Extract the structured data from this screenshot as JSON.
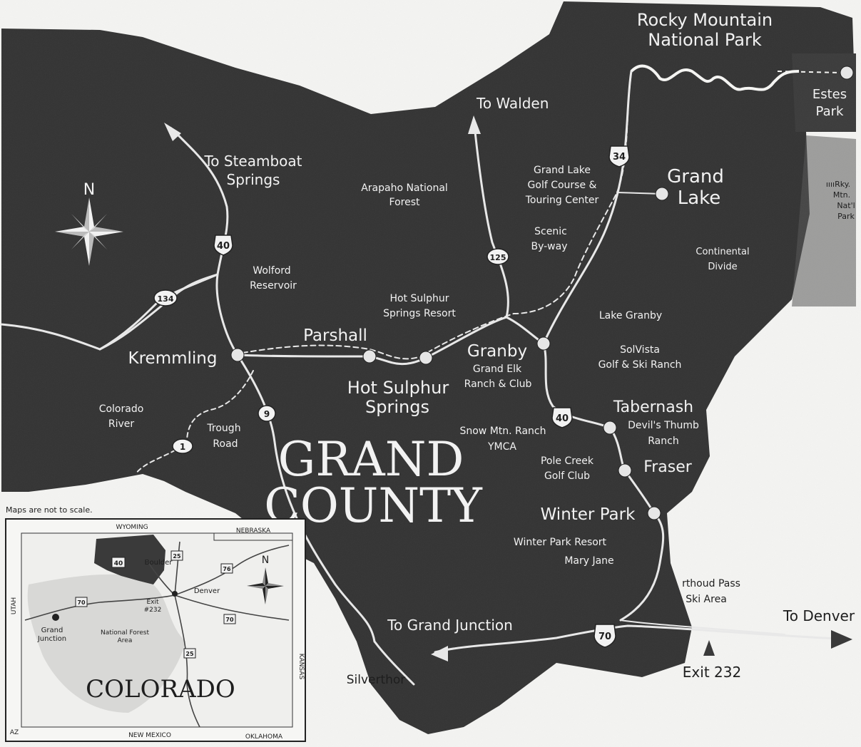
{
  "labels": {
    "rmnp_line1": "Rocky Mountain",
    "rmnp_line2": "National Park",
    "estes_line1": "Estes",
    "estes_line2": "Park",
    "rky_line1": "ııııRky.",
    "rky_line2": "Mtn.",
    "rky_line3": "Nat'l",
    "rky_line4": "Park",
    "to_walden": "To Walden",
    "to_steamboat_line1": "To Steamboat",
    "to_steamboat_line2": "Springs",
    "arapaho_line1": "Arapaho National",
    "arapaho_line2": "Forest",
    "grand_lake_golf_line1": "Grand Lake",
    "grand_lake_golf_line2": "Golf Course &",
    "grand_lake_golf_line3": "Touring Center",
    "grand_lake_line1": "Grand",
    "grand_lake_line2": "Lake",
    "scenic_line1": "Scenic",
    "scenic_line2": "By-way",
    "continental_line1": "Continental",
    "continental_line2": "Divide",
    "wolford_line1": "Wolford",
    "wolford_line2": "Reservoir",
    "hs_resort_line1": "Hot Sulphur",
    "hs_resort_line2": "Springs Resort",
    "lake_granby": "Lake Granby",
    "parshall": "Parshall",
    "kremmling": "Kremmling",
    "granby": "Granby",
    "grand_elk_line1": "Grand Elk",
    "grand_elk_line2": "Ranch & Club",
    "solvista_line1": "SolVista",
    "solvista_line2": "Golf & Ski Ranch",
    "hot_sulphur_line1": "Hot Sulphur",
    "hot_sulphur_line2": "Springs",
    "colorado_river_line1": "Colorado",
    "colorado_river_line2": "River",
    "trough_line1": "Trough",
    "trough_line2": "Road",
    "tabernash": "Tabernash",
    "devils_line1": "Devil's Thumb",
    "devils_line2": "Ranch",
    "snow_mtn_line1": "Snow Mtn. Ranch",
    "snow_mtn_line2": "YMCA",
    "pole_creek_line1": "Pole Creek",
    "pole_creek_line2": "Golf Club",
    "fraser": "Fraser",
    "grand_county_line1": "GRAND",
    "grand_county_line2": "COUNTY",
    "winter_park": "Winter Park",
    "winter_park_resort": "Winter Park Resort",
    "mary_jane": "Mary Jane",
    "berthoud_line1": "rthoud Pass",
    "berthoud_line2": "Ski Area",
    "to_grand_junction": "To Grand Junction",
    "to_denver": "To Denver",
    "exit_232": "Exit 232",
    "silverthorne": "Silverthor",
    "north": "N",
    "maps_note": "Maps are not to scale."
  },
  "route_shields": {
    "us40_north": "40",
    "us40_south": "40",
    "us34": "34",
    "co125": "125",
    "co134": "134",
    "co9": "9",
    "cr1": "1",
    "i70": "70"
  },
  "inset": {
    "wyoming": "WYOMING",
    "nebraska": "NEBRASKA",
    "utah": "UTAH",
    "kansas": "KANSAS",
    "new_mexico": "NEW MEXICO",
    "oklahoma": "OKLAHOMA",
    "az": "AZ",
    "boulder": "Boulder",
    "denver": "Denver",
    "exit_line1": "Exit",
    "exit_line2": "#232",
    "grand_junction_line1": "Grand",
    "grand_junction_line2": "Junction",
    "national_forest_line1": "National Forest",
    "national_forest_line2": "Area",
    "colorado": "COLORADO",
    "north": "N",
    "shield_40": "40",
    "shield_25a": "25",
    "shield_76": "76",
    "shield_70a": "70",
    "shield_70b": "70",
    "shield_25b": "25"
  },
  "colors": {
    "county_fill": "#333333",
    "background": "#f4f4f2",
    "road": "#e8e8e8",
    "town_dot": "#e6e6e6",
    "text_on_dark": "#f2f2f2",
    "text_on_light": "#1e1e1e"
  }
}
